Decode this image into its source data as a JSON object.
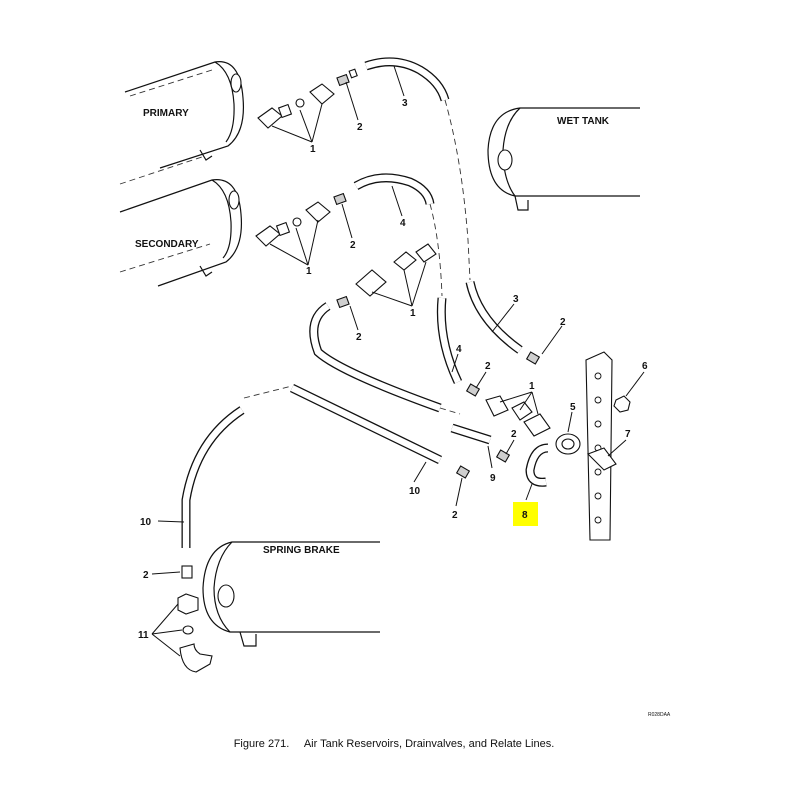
{
  "tanks": {
    "primary": "PRIMARY",
    "wet": "WET TANK",
    "secondary": "SECONDARY",
    "spring": "SPRING BRAKE"
  },
  "callouts": [
    "1",
    "2",
    "3",
    "4",
    "5",
    "6",
    "7",
    "8",
    "9",
    "10",
    "11"
  ],
  "highlight_callout": "8",
  "highlight_color": "#ffff00",
  "drawing_code": "R028DAA",
  "caption": {
    "figure": "Figure 271.",
    "title": "Air Tank Reservoirs, Drainvalves, and Relate Lines."
  }
}
